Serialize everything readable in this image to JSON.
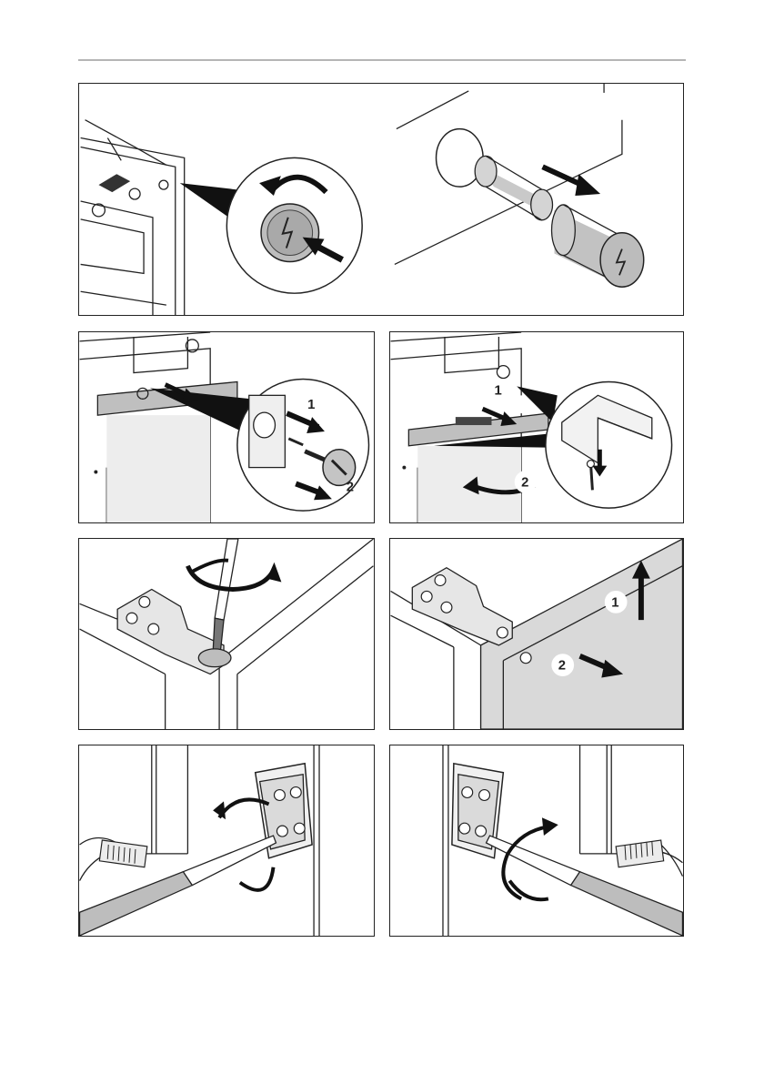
{
  "page": {
    "icons": [
      "lightning-icon",
      "screw-icon",
      "screwdriver-icon",
      "rotate-arrow-icon",
      "direction-arrow-icon"
    ],
    "colors": {
      "line": "#222222",
      "panel_fill": "#d9d9d9",
      "header_rule": "#b5b5b5"
    }
  },
  "figures": [
    {
      "name": "fig-remove-button-cover"
    },
    {
      "name": "fig-remove-knob-screw",
      "step_labels": [
        "1",
        "2"
      ]
    },
    {
      "name": "fig-remove-plinth-screw",
      "step_labels": [
        "1",
        "2"
      ]
    },
    {
      "name": "fig-unscrew-hinge-bracket"
    },
    {
      "name": "fig-lift-door-panel",
      "step_labels": [
        "1",
        "2"
      ]
    },
    {
      "name": "fig-adjust-hinge-left"
    },
    {
      "name": "fig-adjust-hinge-right"
    }
  ]
}
